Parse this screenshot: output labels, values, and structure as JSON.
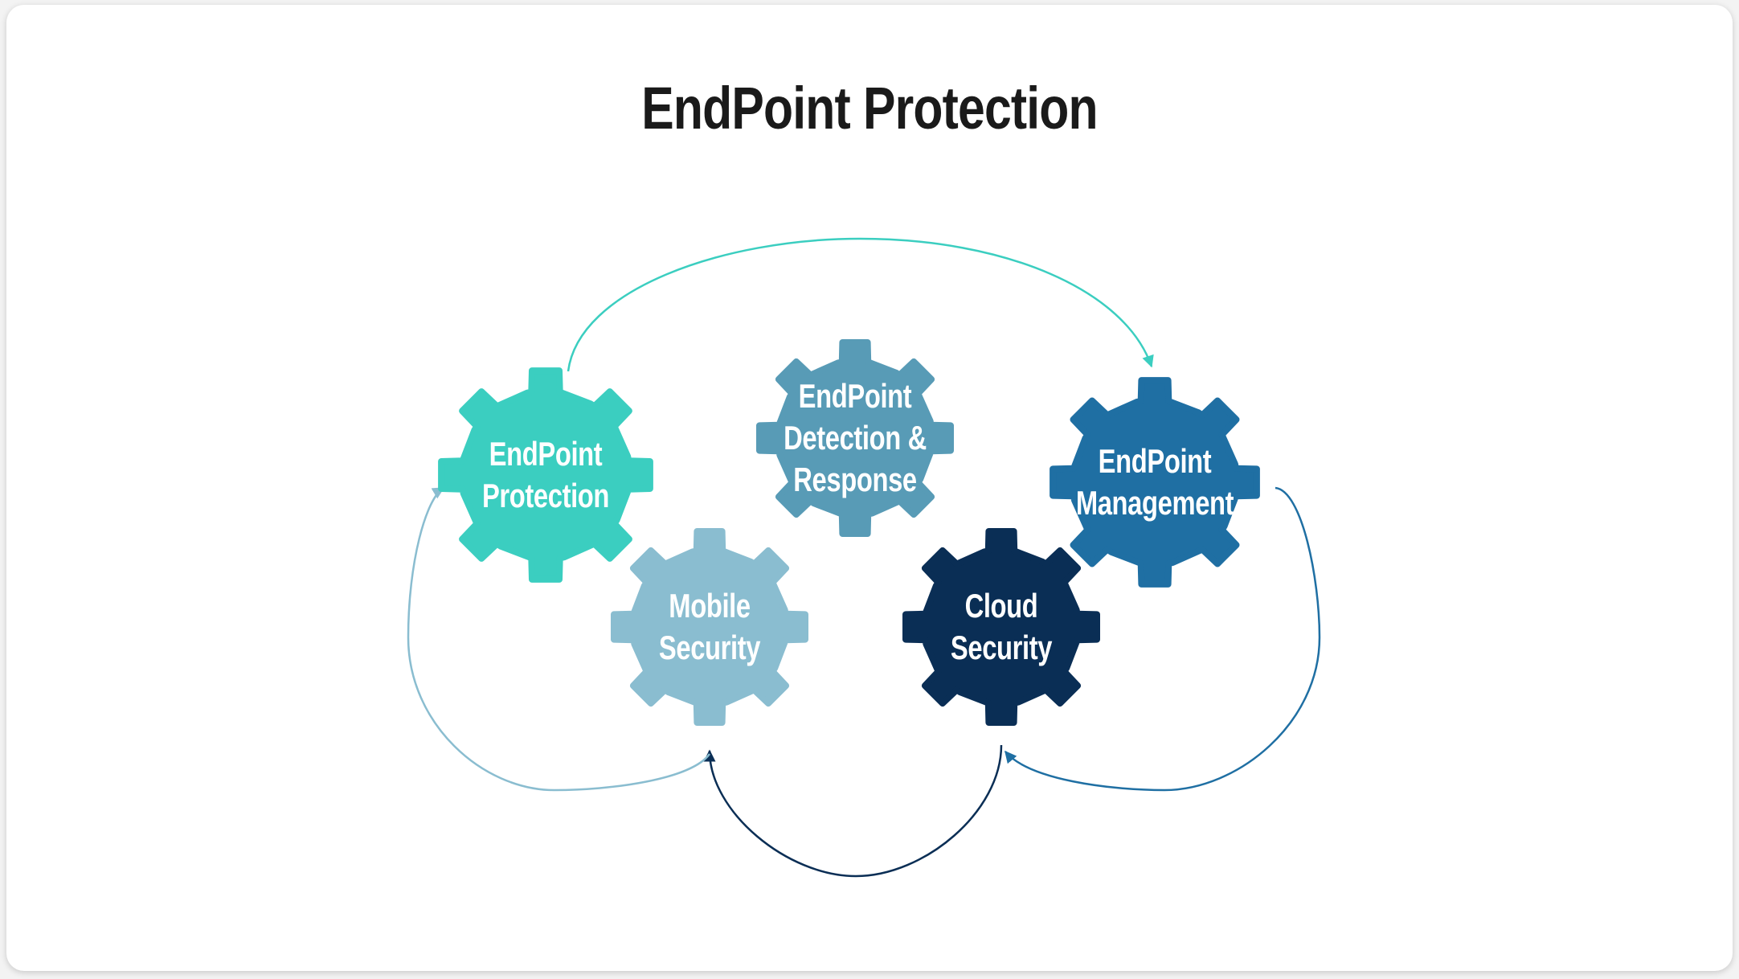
{
  "title": "EndPoint Protection",
  "gears": [
    {
      "id": "endpoint-protection",
      "lines": [
        "EndPoint",
        "Protection"
      ],
      "color": "#3bcec0"
    },
    {
      "id": "edr",
      "lines": [
        "EndPoint",
        "Detection &",
        "Response"
      ],
      "color": "#589bb6"
    },
    {
      "id": "endpoint-management",
      "lines": [
        "EndPoint",
        "Management"
      ],
      "color": "#1f6fa3"
    },
    {
      "id": "mobile-security",
      "lines": [
        "Mobile",
        "Security"
      ],
      "color": "#8abdd0"
    },
    {
      "id": "cloud-security",
      "lines": [
        "Cloud",
        "Security"
      ],
      "color": "#0a2e55"
    }
  ],
  "arrows": [
    {
      "from": "endpoint-protection",
      "to": "endpoint-management",
      "color": "#3bcec0"
    },
    {
      "from": "endpoint-management",
      "to": "cloud-security",
      "color": "#1f6fa3"
    },
    {
      "from": "cloud-security",
      "to": "mobile-security",
      "color": "#0a2e55"
    },
    {
      "from": "mobile-security",
      "to": "endpoint-protection",
      "color": "#8abdd0"
    }
  ]
}
